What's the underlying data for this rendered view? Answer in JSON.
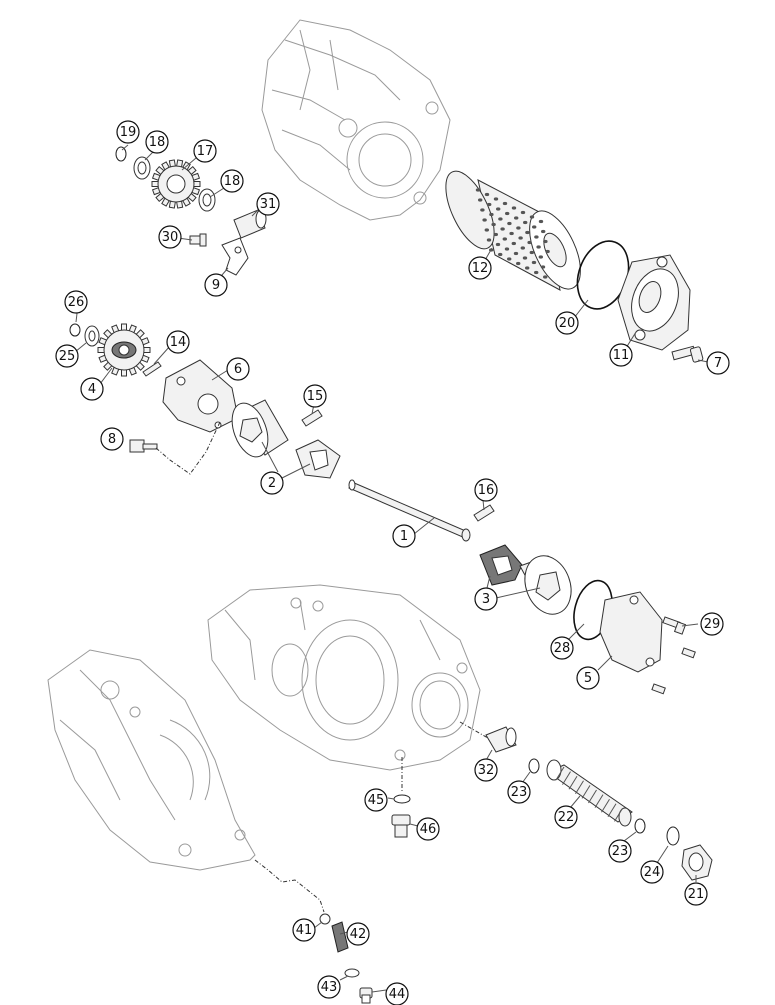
{
  "diagram": {
    "callouts": [
      {
        "label": "1",
        "part": "oil-pump-shaft"
      },
      {
        "label": "2",
        "part": "pump-rotor-outer"
      },
      {
        "label": "3",
        "part": "pump-rotor-rear"
      },
      {
        "label": "4",
        "part": "pump-gear"
      },
      {
        "label": "5",
        "part": "pump-cover-rear"
      },
      {
        "label": "6",
        "part": "pump-cover-front"
      },
      {
        "label": "7",
        "part": "filter-cover-screw"
      },
      {
        "label": "8",
        "part": "pump-cover-screw"
      },
      {
        "label": "9",
        "part": "bracket"
      },
      {
        "label": "11",
        "part": "oil-filter-cover"
      },
      {
        "label": "12",
        "part": "oil-filter"
      },
      {
        "label": "14",
        "part": "pin"
      },
      {
        "label": "15",
        "part": "dowel-pin"
      },
      {
        "label": "16",
        "part": "dowel-pin-rear"
      },
      {
        "label": "17",
        "part": "idler-gear"
      },
      {
        "label": "18",
        "part": "washer-front"
      },
      {
        "label": "18",
        "part": "washer-rear"
      },
      {
        "label": "19",
        "part": "circlip"
      },
      {
        "label": "20",
        "part": "o-ring-filter"
      },
      {
        "label": "21",
        "part": "plug-screw"
      },
      {
        "label": "22",
        "part": "oil-screen"
      },
      {
        "label": "23",
        "part": "o-ring-screen-a"
      },
      {
        "label": "23",
        "part": "o-ring-screen-b"
      },
      {
        "label": "24",
        "part": "o-ring-plug"
      },
      {
        "label": "25",
        "part": "washer-gear"
      },
      {
        "label": "26",
        "part": "circlip-gear"
      },
      {
        "label": "28",
        "part": "o-ring-rear-cover"
      },
      {
        "label": "29",
        "part": "rear-cover-screw"
      },
      {
        "label": "30",
        "part": "idler-screw"
      },
      {
        "label": "31",
        "part": "sleeve"
      },
      {
        "label": "32",
        "part": "pressure-sleeve"
      },
      {
        "label": "41",
        "part": "ball"
      },
      {
        "label": "42",
        "part": "spring"
      },
      {
        "label": "43",
        "part": "washer-valve"
      },
      {
        "label": "44",
        "part": "plug-valve"
      },
      {
        "label": "45",
        "part": "o-ring-drain"
      },
      {
        "label": "46",
        "part": "drain-plug"
      }
    ]
  }
}
